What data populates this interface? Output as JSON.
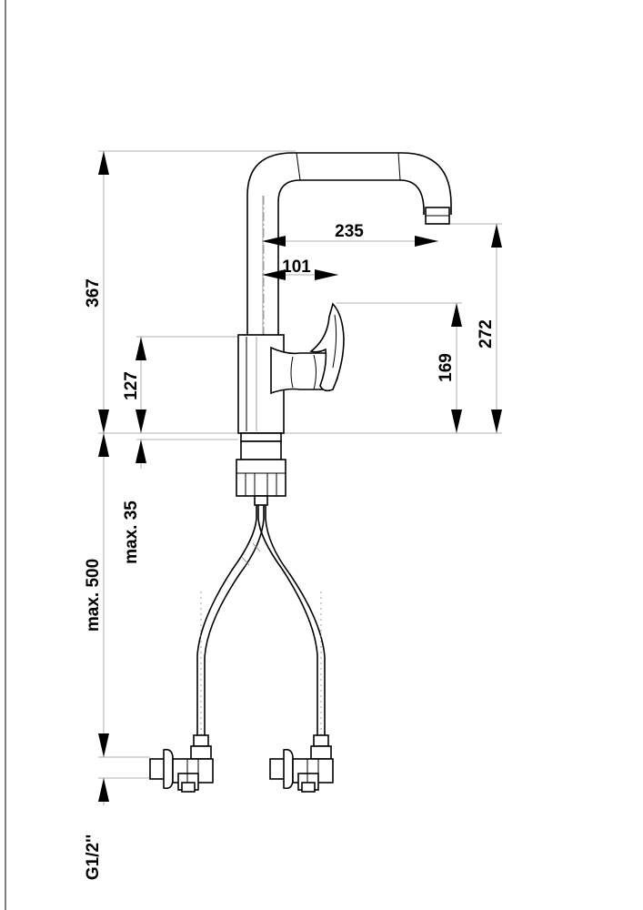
{
  "drawing": {
    "dimensions": {
      "spout_height": "367",
      "spout_reach": "235",
      "handle_offset": "101",
      "spout_outlet_height": "272",
      "handle_height": "169",
      "body_height": "127",
      "max_hose_length": "max. 500",
      "max_worktop_thickness": "max. 35",
      "connection_thread": "G1/2''"
    }
  }
}
